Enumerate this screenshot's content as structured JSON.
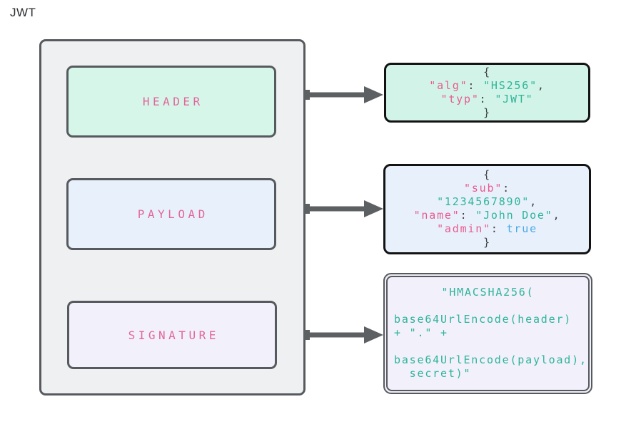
{
  "title": "JWT",
  "colors": {
    "key_pink": "#e85a8f",
    "label_pink": "#e2679b",
    "string_teal": "#2eb49a",
    "bool_blue": "#4aa8e8",
    "punct_gray": "#3d3f41",
    "arrow_gray": "#5d6063",
    "box_border_gray": "#565a5e",
    "code_border_black": "#131313",
    "container_fill": "#eff0f2",
    "header_fill": "#d7f6ea",
    "payload_fill": "#e8f1fb",
    "signature_fill": "#f2f0fa"
  },
  "sections": {
    "header": {
      "label": "HEADER",
      "code": [
        {
          "a": "c",
          "tk": [
            {
              "c": "p",
              "t": "{"
            }
          ]
        },
        {
          "a": "c",
          "tk": [
            {
              "c": "k",
              "t": "\"alg\""
            },
            {
              "c": "p",
              "t": ": "
            },
            {
              "c": "s",
              "t": "\"HS256\""
            },
            {
              "c": "p",
              "t": ","
            }
          ]
        },
        {
          "a": "c",
          "tk": [
            {
              "c": "k",
              "t": "\"typ\""
            },
            {
              "c": "p",
              "t": ": "
            },
            {
              "c": "s",
              "t": "\"JWT\""
            }
          ]
        },
        {
          "a": "c",
          "tk": [
            {
              "c": "p",
              "t": "}"
            }
          ]
        }
      ]
    },
    "payload": {
      "label": "PAYLOAD",
      "code": [
        {
          "a": "c",
          "tk": [
            {
              "c": "p",
              "t": "{"
            }
          ]
        },
        {
          "a": "c",
          "tk": [
            {
              "c": "k",
              "t": "\"sub\""
            },
            {
              "c": "p",
              "t": ":"
            }
          ]
        },
        {
          "a": "c",
          "tk": [
            {
              "c": "s",
              "t": "\"1234567890\""
            },
            {
              "c": "p",
              "t": ","
            }
          ]
        },
        {
          "a": "c",
          "tk": [
            {
              "c": "k",
              "t": "\"name\""
            },
            {
              "c": "p",
              "t": ": "
            },
            {
              "c": "s",
              "t": "\"John Doe\""
            },
            {
              "c": "p",
              "t": ","
            }
          ]
        },
        {
          "a": "c",
          "tk": [
            {
              "c": "k",
              "t": "\"admin\""
            },
            {
              "c": "p",
              "t": ": "
            },
            {
              "c": "b",
              "t": "true"
            }
          ]
        },
        {
          "a": "c",
          "tk": [
            {
              "c": "p",
              "t": "}"
            }
          ]
        }
      ]
    },
    "signature": {
      "label": "SIGNATURE",
      "code": [
        {
          "a": "c",
          "tk": [
            {
              "c": "s",
              "t": "\"HMACSHA256("
            }
          ]
        },
        {
          "a": "l",
          "tk": []
        },
        {
          "a": "l",
          "tk": [
            {
              "c": "s",
              "t": "base64UrlEncode(header)"
            }
          ]
        },
        {
          "a": "l",
          "tk": [
            {
              "c": "s",
              "t": "+ \".\" +"
            }
          ]
        },
        {
          "a": "l",
          "tk": []
        },
        {
          "a": "l",
          "tk": [
            {
              "c": "s",
              "t": "base64UrlEncode(payload),"
            }
          ]
        },
        {
          "a": "l",
          "tk": [
            {
              "c": "s",
              "t": "  secret)\""
            }
          ]
        }
      ]
    }
  }
}
